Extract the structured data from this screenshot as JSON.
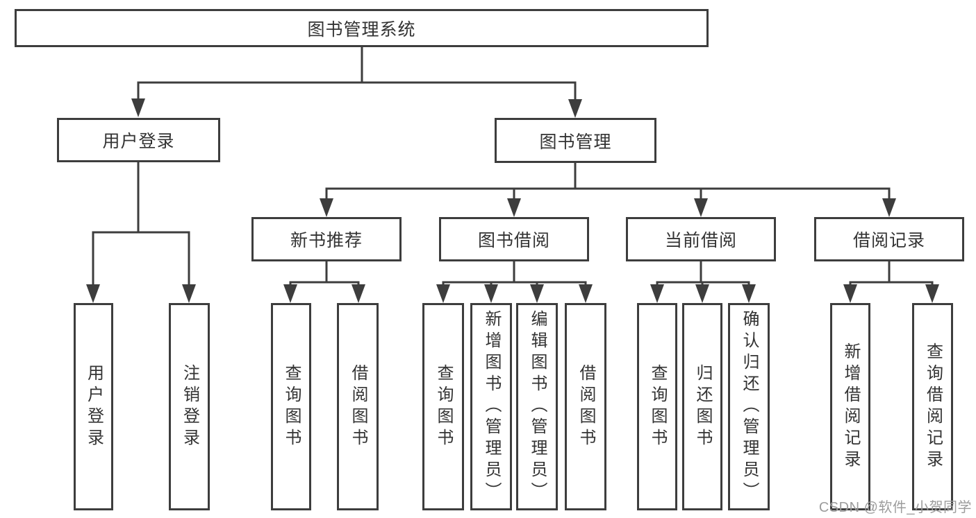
{
  "diagram": {
    "root": {
      "label": "图书管理系统"
    },
    "level2": {
      "user_login": {
        "label": "用户登录"
      },
      "book_mgmt": {
        "label": "图书管理"
      }
    },
    "level3": {
      "new_book_rec": {
        "label": "新书推荐"
      },
      "book_borrow": {
        "label": "图书借阅"
      },
      "current_borrow": {
        "label": "当前借阅"
      },
      "borrow_records": {
        "label": "借阅记录"
      }
    },
    "leaves": {
      "user_login": {
        "label": "用户登录"
      },
      "logout": {
        "label": "注销登录"
      },
      "rec_query_books": {
        "label": "查询图书"
      },
      "rec_borrow_books": {
        "label": "借阅图书"
      },
      "bor_query_books": {
        "label": "查询图书"
      },
      "bor_add_books": {
        "label": "新增图书（管理员）"
      },
      "bor_edit_books": {
        "label": "编辑图书（管理员）"
      },
      "bor_borrow_books": {
        "label": "借阅图书"
      },
      "cur_query_books": {
        "label": "查询图书"
      },
      "cur_return_books": {
        "label": "归还图书"
      },
      "cur_confirm_return": {
        "label": "确认归还（管理员）"
      },
      "log_add_record": {
        "label": "新增借阅记录"
      },
      "log_query_record": {
        "label": "查询借阅记录"
      }
    },
    "watermark": "CSDN @软件_小贺同学",
    "colors": {
      "line": "#3d3d3d",
      "text": "#333333",
      "background": "#ffffff",
      "watermark": "#9c9c9c"
    }
  }
}
